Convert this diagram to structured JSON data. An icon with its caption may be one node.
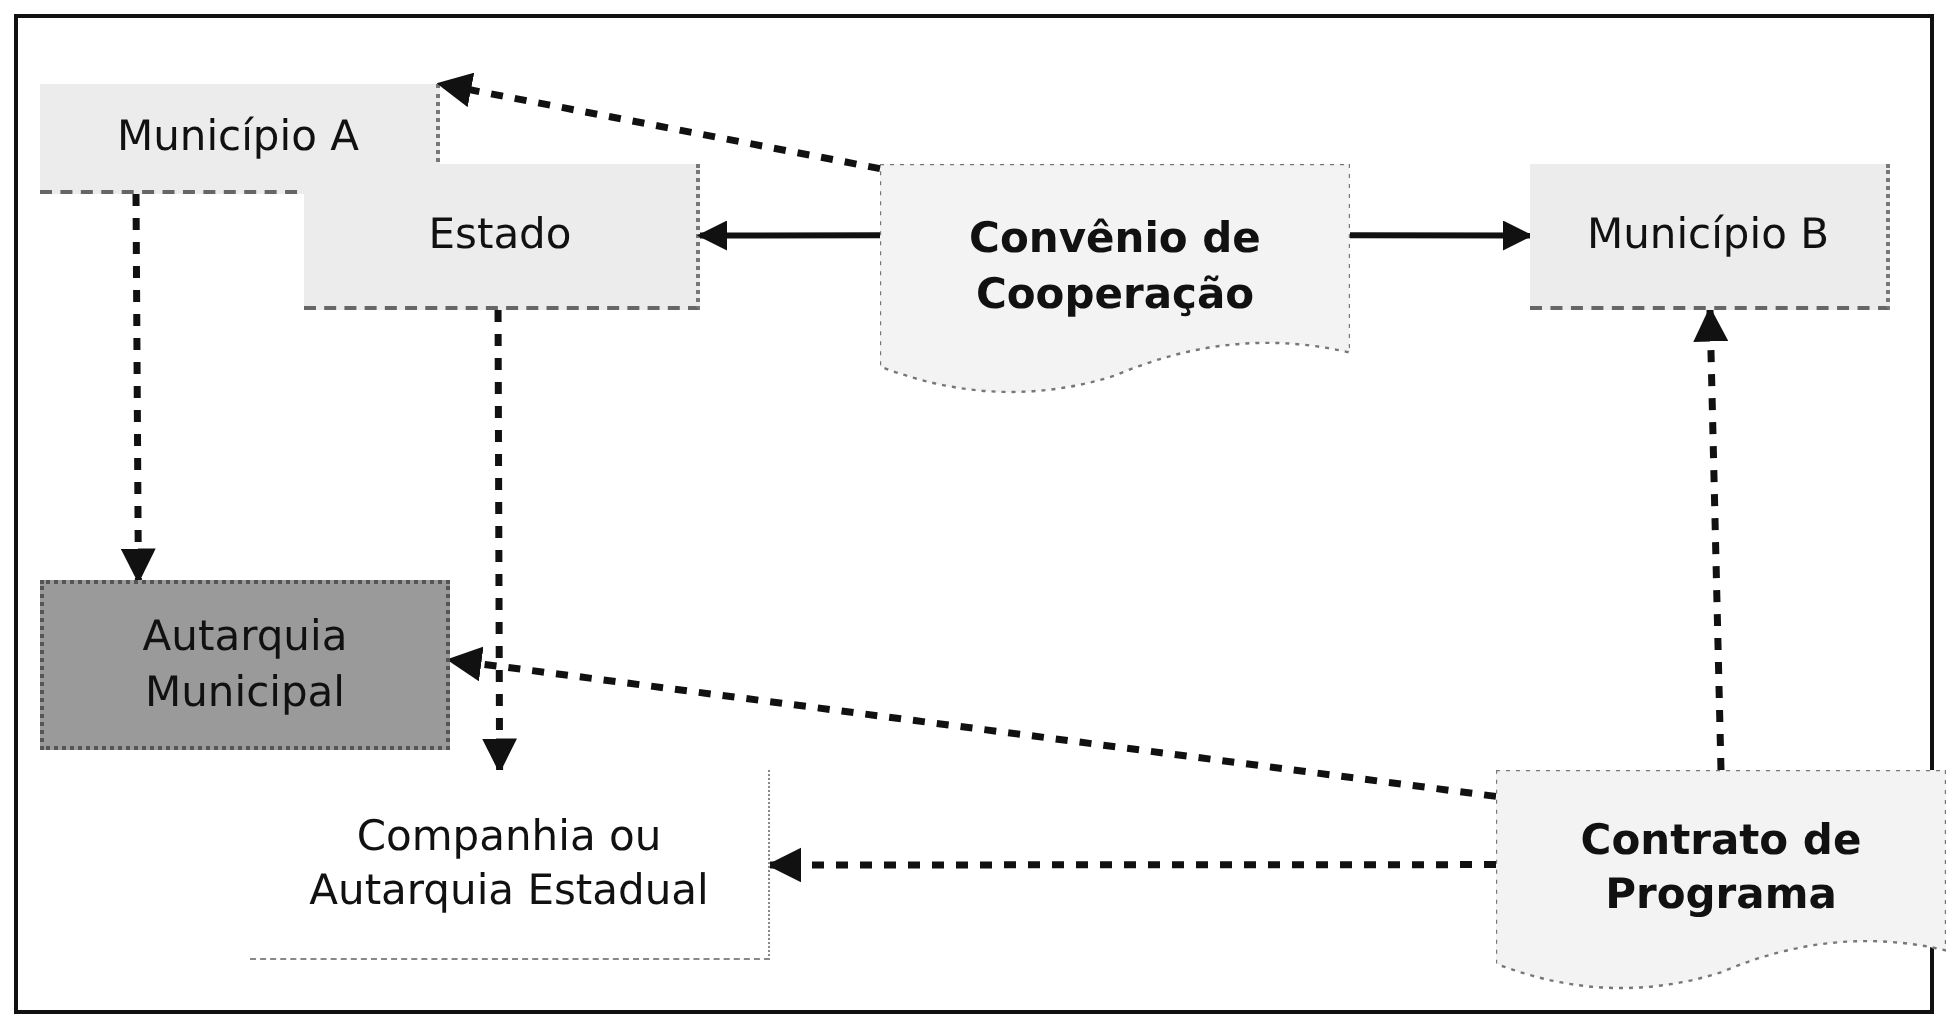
{
  "diagram": {
    "nodes": [
      {
        "text": [
          "Município A"
        ]
      },
      {
        "text": [
          "Estado"
        ]
      },
      {
        "text": [
          "Convênio de Cooperação"
        ]
      },
      {
        "text": [
          "Município B"
        ]
      },
      {
        "text": [
          "Autarquia Municipal"
        ]
      },
      {
        "text": [
          "Companhia ou Autarquia Estadual"
        ]
      },
      {
        "text": [
          "Contrato de Programa"
        ]
      }
    ],
    "edges": [
      {
        "from": 2,
        "to": 0,
        "arrow": "to",
        "style": "dashed"
      },
      {
        "from": 2,
        "to": 1,
        "arrow": "to"
      },
      {
        "from": 2,
        "to": 3,
        "arrow": "to"
      },
      {
        "from": 0,
        "to": 4,
        "arrow": "to",
        "style": "dashed"
      },
      {
        "from": 1,
        "to": 5,
        "arrow": "to",
        "style": "dashed"
      },
      {
        "from": 6,
        "to": 3,
        "arrow": "to",
        "style": "dashed"
      },
      {
        "from": 6,
        "to": 4,
        "arrow": "to",
        "style": "dashed"
      },
      {
        "from": 6,
        "to": 5,
        "arrow": "to",
        "style": "dashed"
      }
    ]
  }
}
